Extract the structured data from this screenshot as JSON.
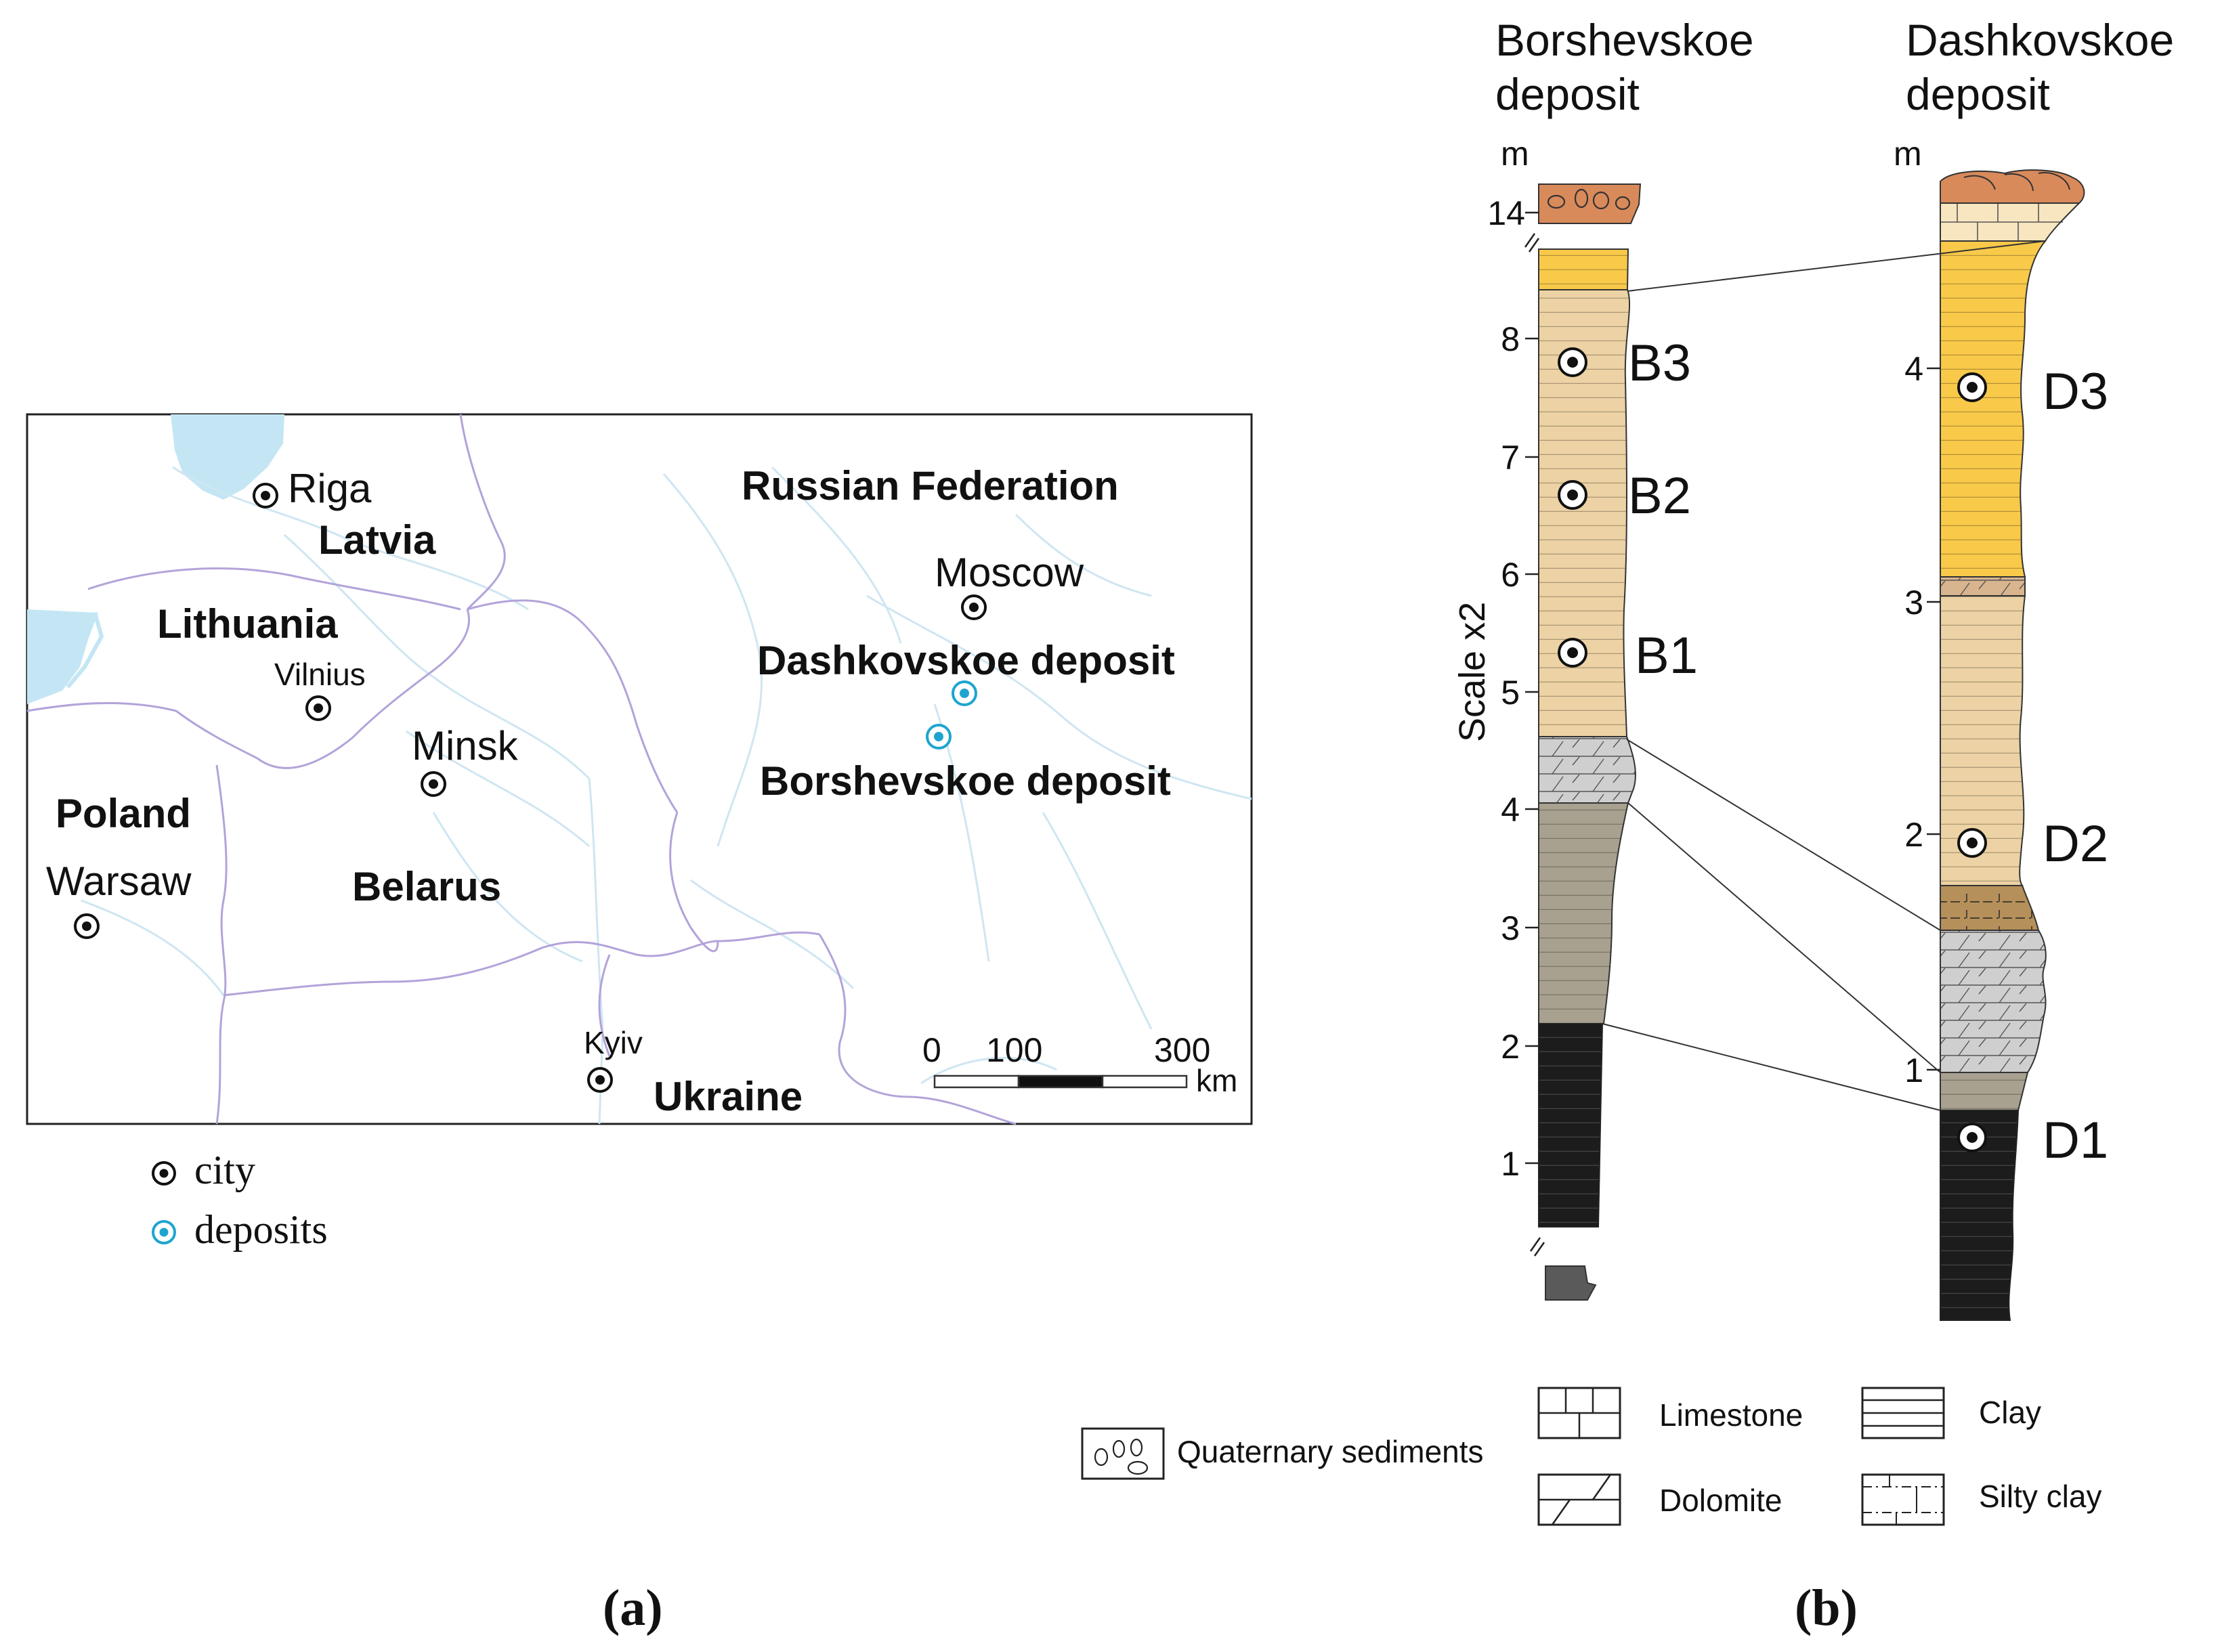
{
  "panel_a": {
    "label": "(a)",
    "countries": [
      {
        "id": "latvia",
        "name": "Latvia"
      },
      {
        "id": "lithuania",
        "name": "Lithuania"
      },
      {
        "id": "poland",
        "name": "Poland"
      },
      {
        "id": "belarus",
        "name": "Belarus"
      },
      {
        "id": "ukraine",
        "name": "Ukraine"
      },
      {
        "id": "russia",
        "name": "Russian Federation"
      }
    ],
    "cities": [
      {
        "id": "riga",
        "name": "Riga"
      },
      {
        "id": "vilnius",
        "name": "Vilnius"
      },
      {
        "id": "minsk",
        "name": "Minsk"
      },
      {
        "id": "warsaw",
        "name": "Warsaw"
      },
      {
        "id": "moscow",
        "name": "Moscow"
      },
      {
        "id": "kyiv",
        "name": "Kyiv"
      }
    ],
    "deposits": [
      {
        "id": "dashkovskoe",
        "name": "Dashkovskoe deposit"
      },
      {
        "id": "borshevskoe",
        "name": "Borshevskoe deposit"
      }
    ],
    "scale_bar": {
      "ticks": [
        "0",
        "100",
        "300"
      ],
      "unit": "km"
    },
    "legend": {
      "city": "city",
      "deposits": "deposits"
    },
    "colors": {
      "city_marker": "#111111",
      "deposit_marker": "#1ea5cf",
      "water": "#c4e6f4",
      "border": "#b3a3d9",
      "river": "#cfe6f2"
    }
  },
  "panel_b": {
    "label": "(b)",
    "borshevskoe": {
      "title_line1": "Borshevskoe",
      "title_line2": "deposit",
      "unit": "m",
      "axis_title": "Scale x2",
      "ticks": [
        "1",
        "2",
        "3",
        "4",
        "5",
        "6",
        "7",
        "8",
        "14"
      ],
      "samples": [
        "B3",
        "B2",
        "B1"
      ]
    },
    "dashkovskoe": {
      "title_line1": "Dashkovskoe",
      "title_line2": "deposit",
      "unit": "m",
      "ticks": [
        "1",
        "2",
        "3",
        "4"
      ],
      "samples": [
        "D3",
        "D2",
        "D1"
      ]
    },
    "legend": {
      "quaternary": "Quaternary sediments",
      "limestone": "Limestone",
      "dolomite": "Dolomite",
      "clay": "Clay",
      "silty_clay": "Silty clay"
    },
    "colors": {
      "quaternary": "#d98a5b",
      "yellow": "#f9c94a",
      "tan": "#ecd2a4",
      "dolomite": "#cfcfcf",
      "grey_clay": "#a8a190",
      "black_clay": "#1c1c1c",
      "brown_silty": "#b5905a",
      "dark_grey": "#5a5a5a"
    }
  }
}
